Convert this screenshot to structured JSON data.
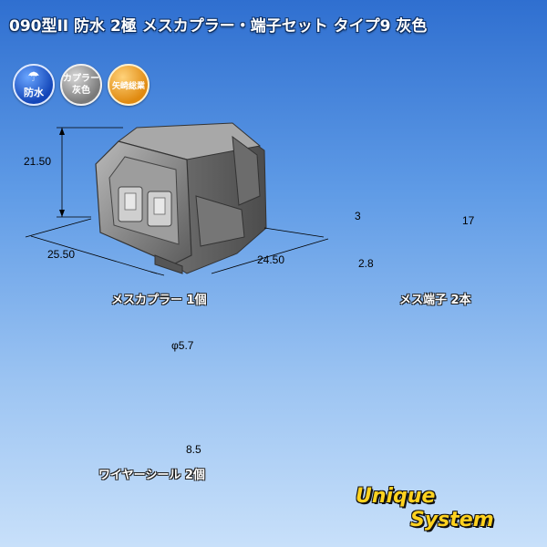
{
  "title": "090型II 防水 2極 メスカプラー・端子セット タイプ9 灰色",
  "badges": {
    "waterproof": "防水",
    "coupler_color": "カプラー\n灰色",
    "coupler_color_line1": "カプラー",
    "coupler_color_line2": "灰色",
    "maker": "矢崎総業"
  },
  "coupler": {
    "caption": "メスカプラー 1個",
    "dim_height": "21.50",
    "dim_width": "25.50",
    "dim_depth": "24.50"
  },
  "terminal": {
    "caption": "メス端子 2本",
    "dim_width": "3",
    "dim_length": "17",
    "dim_height": "2.8"
  },
  "seal": {
    "caption": "ワイヤーシール 2個",
    "dim_diameter": "φ5.7",
    "dim_length": "8.5"
  },
  "logo": {
    "line1": "Unique",
    "line2": "System"
  },
  "colors": {
    "background_top": "#2f6fd0",
    "background_bottom": "#c8e0fa",
    "part_gray": "#8c8c8c",
    "logo_yellow": "#ffd21f"
  }
}
